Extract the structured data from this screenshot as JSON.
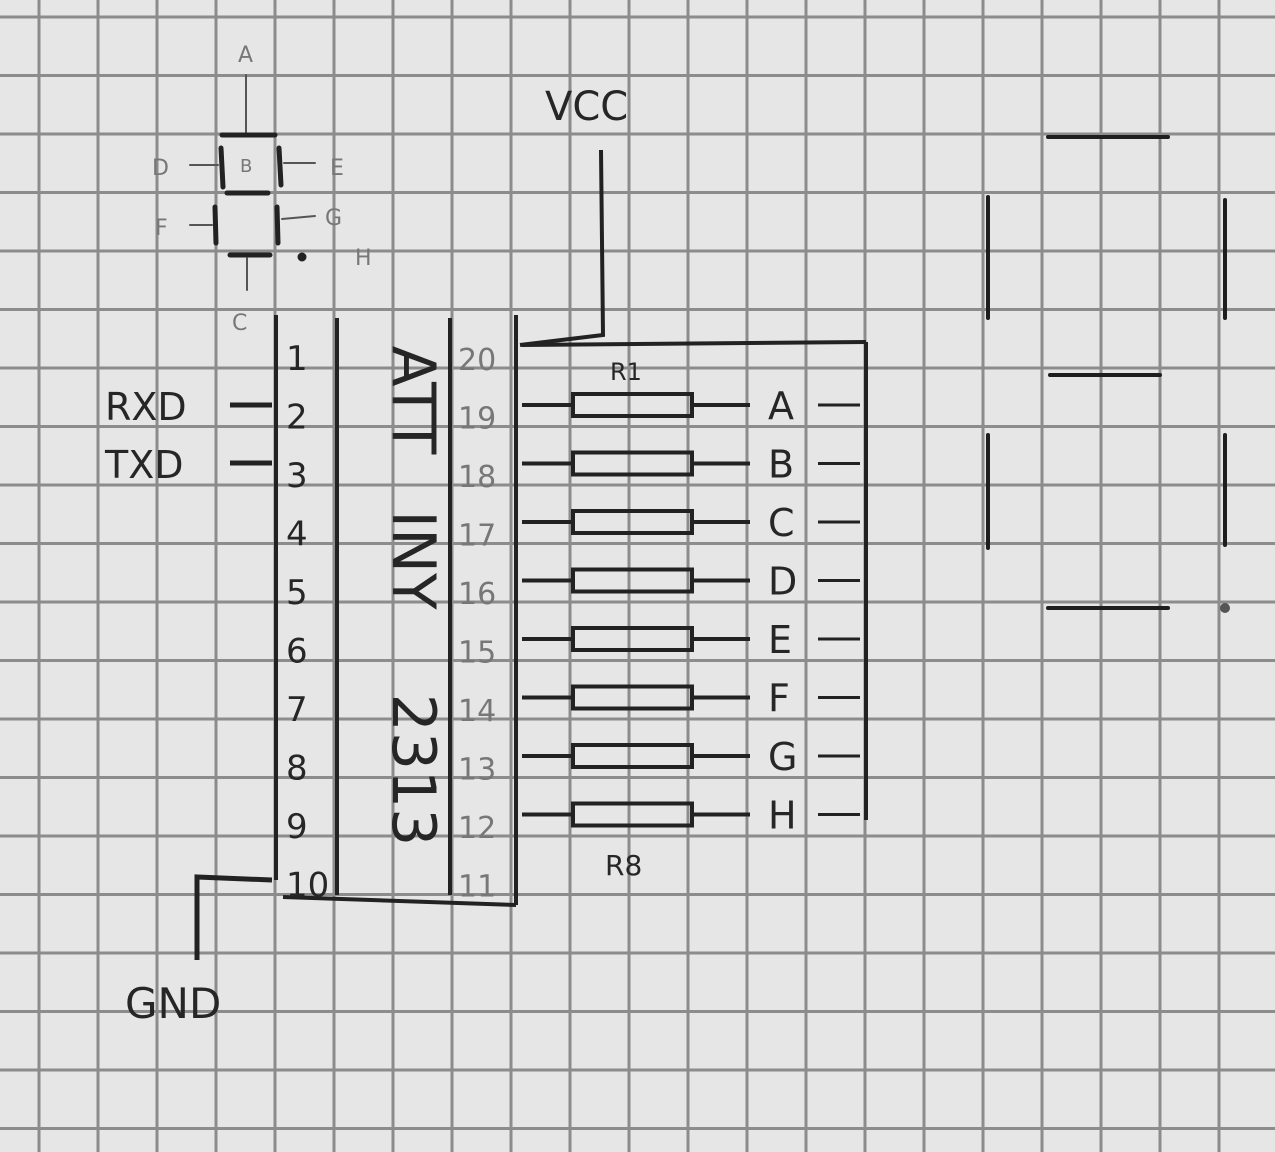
{
  "segment_legend": {
    "segments": [
      "A",
      "B",
      "C",
      "D",
      "E",
      "F",
      "G",
      "H"
    ]
  },
  "power": {
    "vcc": "VCC",
    "gnd": "GND"
  },
  "serial": {
    "rxd": "RXD",
    "txd": "TXD"
  },
  "chip": {
    "name_lines": [
      "ATT",
      "INY",
      "2313"
    ],
    "left_pins": [
      "1",
      "2",
      "3",
      "4",
      "5",
      "6",
      "7",
      "8",
      "9",
      "10"
    ],
    "right_pins": [
      "20",
      "19",
      "18",
      "17",
      "16",
      "15",
      "14",
      "13",
      "12",
      "11"
    ]
  },
  "resistors": {
    "first": "R1",
    "last": "R8",
    "outputs": [
      "A",
      "B",
      "C",
      "D",
      "E",
      "F",
      "G",
      "H"
    ]
  },
  "colors": {
    "ink": "#262626",
    "grid": "#8c8c8c",
    "paper": "#e6e6e6"
  }
}
